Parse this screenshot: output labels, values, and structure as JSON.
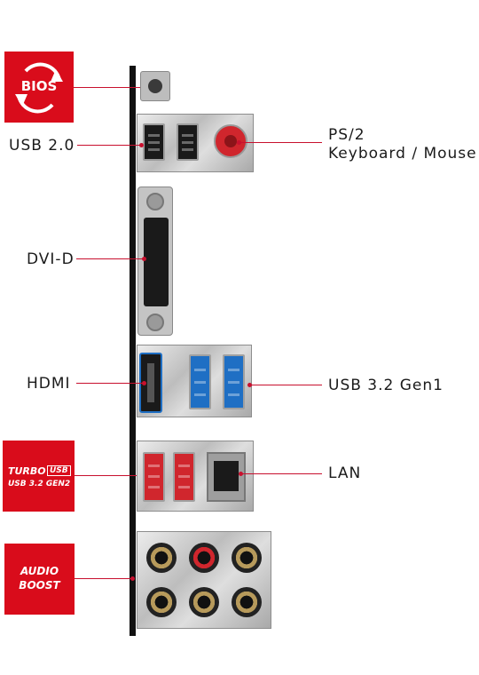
{
  "labels": {
    "usb20": "USB 2.0",
    "ps2_line1": "PS/2",
    "ps2_line2": "Keyboard / Mouse",
    "dvid": "DVI-D",
    "hdmi": "HDMI",
    "usb32": "USB 3.2 Gen1",
    "lan": "LAN"
  },
  "badges": {
    "bios": "BIOS",
    "turbo_usb_line1": "TURBO",
    "turbo_usb_line1b": "USB",
    "turbo_usb_line2": "USB 3.2 GEN2",
    "audio_line1": "AUDIO",
    "audio_line2": "BOOST"
  },
  "colors": {
    "accent": "#d90c1b",
    "callout_line": "#c8102e",
    "usb20": "#1a1a1a",
    "usb32": "#1f6fc4",
    "usb32gen2": "#d0262d"
  }
}
